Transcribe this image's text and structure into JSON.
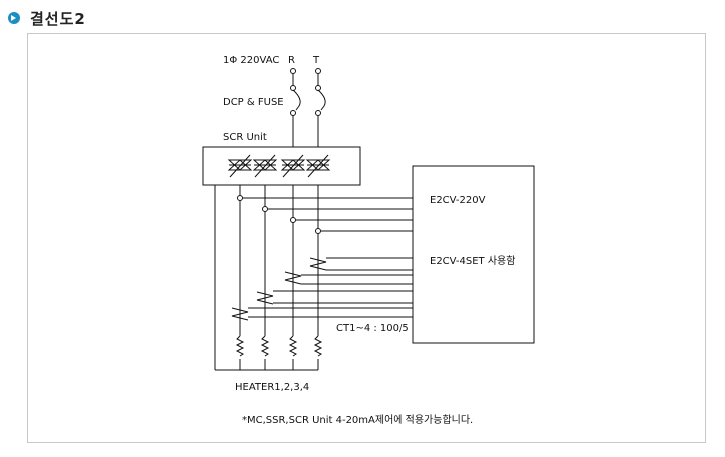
{
  "title": "결선도2",
  "diagram": {
    "power_label": "1Φ 220VAC",
    "phase_r": "R",
    "phase_t": "T",
    "fuse_label": "DCP & FUSE",
    "scr_label": "SCR Unit",
    "controller_line1": "E2CV-220V",
    "controller_line2": "E2CV-4SET 사용함",
    "ct_label": "CT1~4 : 100/5",
    "heater_label": "HEATER1,2,3,4",
    "footnote": "*MC,SSR,SCR Unit 4-20mA제어에 적용가능합니다."
  }
}
